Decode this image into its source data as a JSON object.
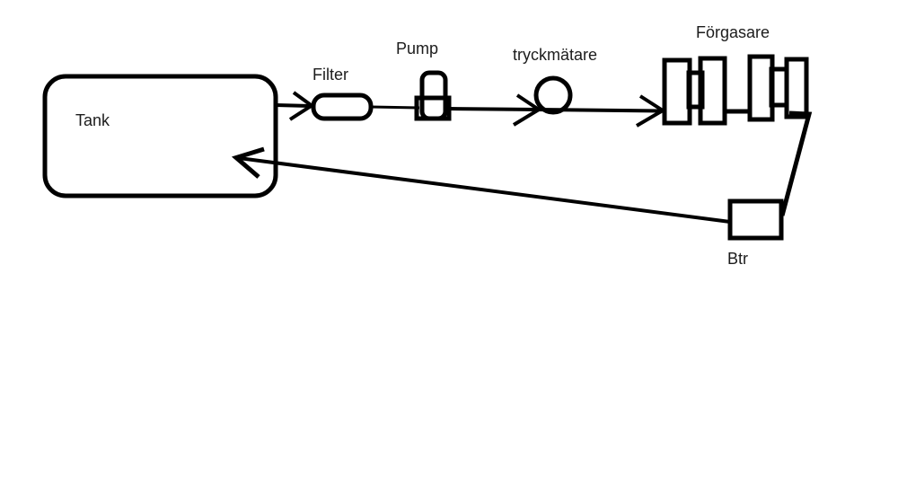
{
  "canvas": {
    "background": "#ffffff",
    "ink": "#000000",
    "text_color": "#1c1c1c"
  },
  "labels": {
    "tank": "Tank",
    "filter": "Filter",
    "pump": "Pump",
    "pressure_gauge": "tryckmätare",
    "carburetor": "Förgasare",
    "battery": "Btr"
  },
  "flow_order": [
    "Tank",
    "Filter",
    "Pump",
    "tryckmätare",
    "Förgasare",
    "Btr",
    "Tank"
  ]
}
